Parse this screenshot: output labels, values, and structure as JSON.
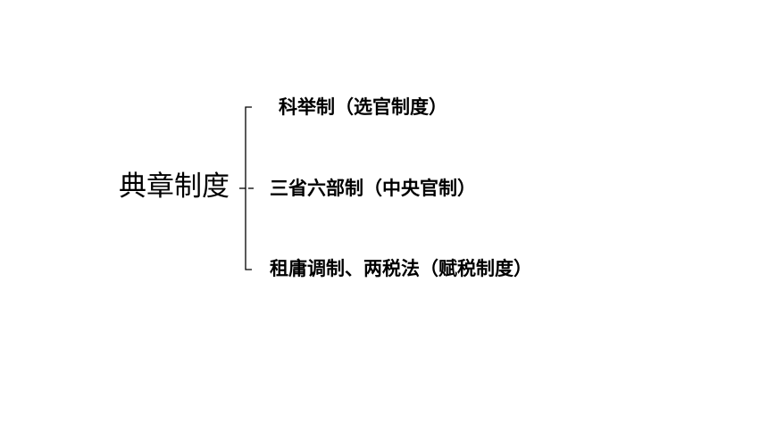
{
  "diagram": {
    "root": "典章制度",
    "branches": [
      "科举制（选官制度）",
      "三省六部制（中央官制）",
      "租庸调制、两税法（赋税制度）"
    ]
  }
}
